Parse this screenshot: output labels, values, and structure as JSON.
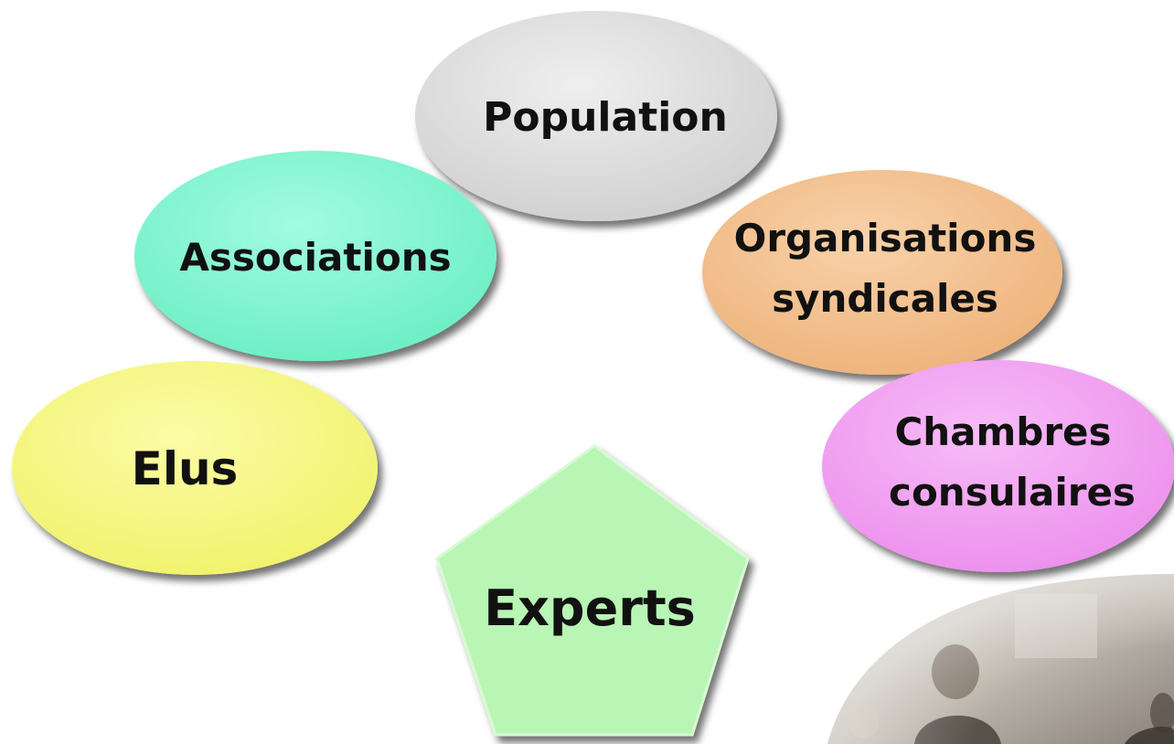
{
  "diagram": {
    "nodes": {
      "population": {
        "label": "Population",
        "shape": "ellipse",
        "color": "#d7d7d7"
      },
      "associations": {
        "label": "Associations",
        "shape": "ellipse",
        "color": "#7ff5cf"
      },
      "organisations": {
        "line1": "Organisations",
        "line2": "syndicales",
        "shape": "ellipse",
        "color": "#f3c08e"
      },
      "elus": {
        "label": "Elus",
        "shape": "ellipse",
        "color": "#f5f77f"
      },
      "chambres": {
        "line1": "Chambres",
        "line2": "consulaires",
        "shape": "ellipse",
        "color": "#f19ef2"
      },
      "experts": {
        "label": "Experts",
        "shape": "pentagon",
        "color": "#b9f5b5"
      }
    }
  },
  "photo": {
    "description_icon": "meeting-photo"
  }
}
